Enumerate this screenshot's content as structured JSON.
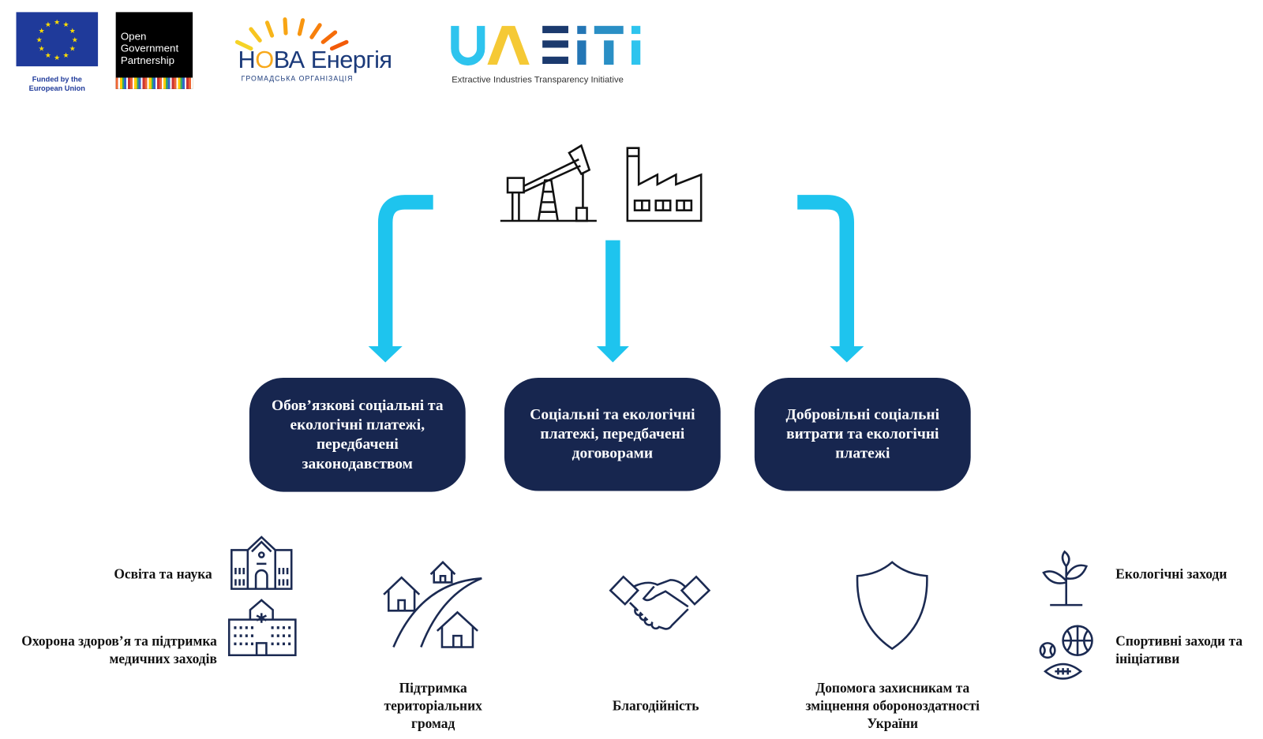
{
  "logos": {
    "eu": {
      "caption": "Funded by the European Union"
    },
    "ogp": {
      "text_lines": [
        "Open",
        "Government",
        "Partnership"
      ]
    },
    "nova": {
      "name_a": "Н",
      "name_b": "ВА",
      "name_c": " Енергія",
      "subtitle": "ГРОМАДСЬКА ОРГАНІЗАЦІЯ"
    },
    "uaeiti": {
      "letters": "UAEITI",
      "subtitle": "Extractive Industries Transparency Initiative"
    }
  },
  "colors": {
    "navy": "#17264f",
    "cyan": "#1ec4ee",
    "icon": "#1b2a52"
  },
  "categories": [
    {
      "label": "Обов’язкові соціальні та екологічні платежі, передбачені законодавством"
    },
    {
      "label": "Соціальні та екологічні платежі, передбачені договорами"
    },
    {
      "label": "Добровільні соціальні витрати та екологічні платежі"
    }
  ],
  "areas": {
    "education": "Освіта та наука",
    "health": "Охорона здоров’я та підтримка медичних заходів",
    "communities": "Підтримка територіальних громад",
    "charity": "Благодійність",
    "defense": "Допомога захисникам та зміцнення обороноздатності України",
    "ecology": "Екологічні заходи",
    "sport": "Спортивні заходи та ініціативи"
  }
}
